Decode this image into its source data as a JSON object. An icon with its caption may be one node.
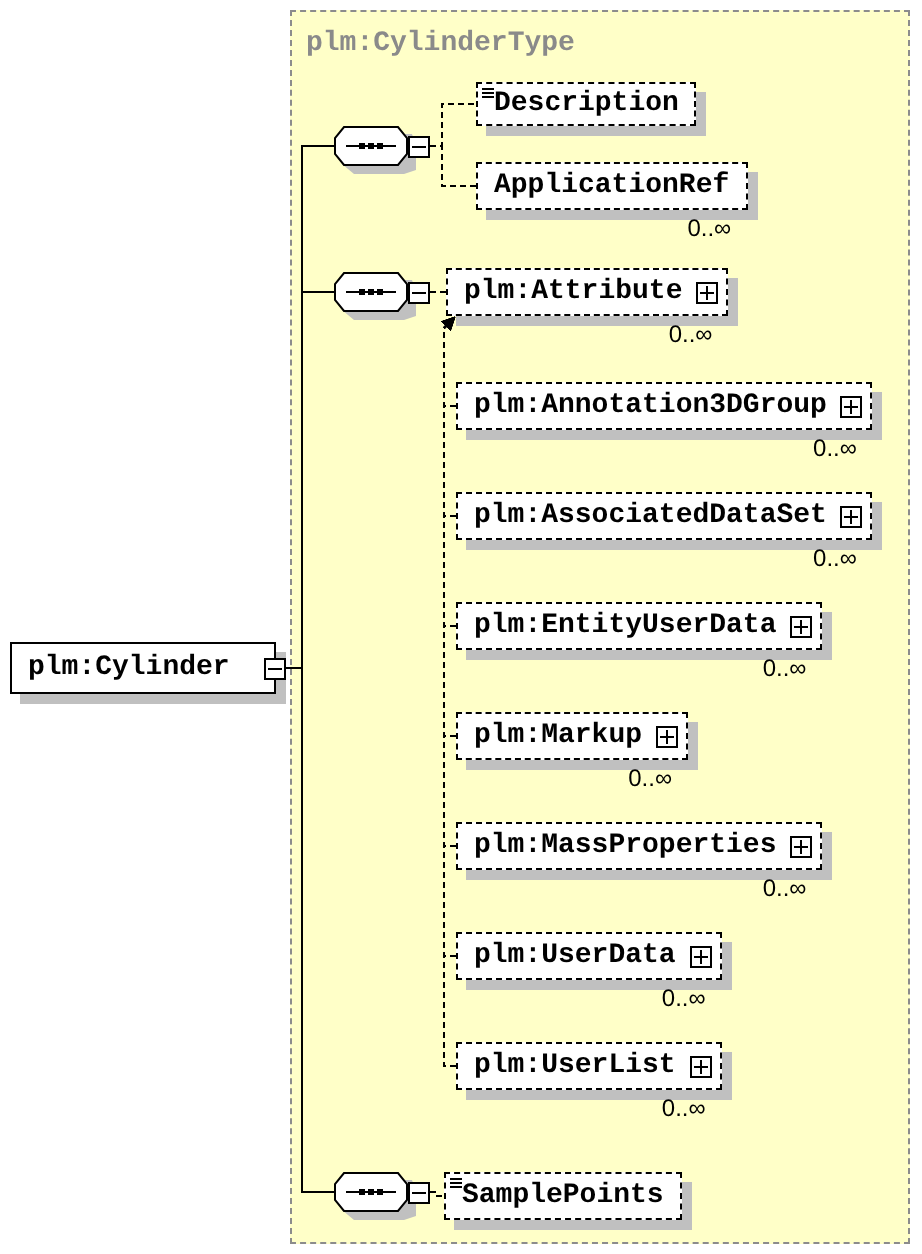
{
  "diagram": {
    "nodes": [
      {
        "text": [
          "plm:Cylinder"
        ]
      },
      {
        "text": [
          "plm:CylinderType"
        ]
      },
      {
        "text": [],
        "shape": "octagon",
        "in": 1
      },
      {
        "text": [
          "Description"
        ],
        "in": 1
      },
      {
        "text": [
          "ApplicationRef"
        ],
        "in": 1,
        "beside": [
          "0..∞"
        ]
      },
      {
        "text": [],
        "shape": "octagon",
        "in": 1
      },
      {
        "text": [
          "plm:Attribute"
        ],
        "in": 1,
        "beside": [
          "0..∞"
        ]
      },
      {
        "text": [
          "plm:Annotation3DGroup"
        ],
        "in": 1,
        "beside": [
          "0..∞"
        ]
      },
      {
        "text": [
          "plm:AssociatedDataSet"
        ],
        "in": 1,
        "beside": [
          "0..∞"
        ]
      },
      {
        "text": [
          "plm:EntityUserData"
        ],
        "in": 1,
        "beside": [
          "0..∞"
        ]
      },
      {
        "text": [
          "plm:Markup"
        ],
        "in": 1,
        "beside": [
          "0..∞"
        ]
      },
      {
        "text": [
          "plm:MassProperties"
        ],
        "in": 1,
        "beside": [
          "0..∞"
        ]
      },
      {
        "text": [
          "plm:UserData"
        ],
        "in": 1,
        "beside": [
          "0..∞"
        ]
      },
      {
        "text": [
          "plm:UserList"
        ],
        "in": 1,
        "beside": [
          "0..∞"
        ]
      },
      {
        "text": [],
        "shape": "octagon",
        "in": 1
      },
      {
        "text": [
          "SamplePoints"
        ],
        "in": 1
      }
    ],
    "edges": [
      {
        "from": 0,
        "to": 2,
        "arrow": "none"
      },
      {
        "from": 0,
        "to": 5,
        "arrow": "none"
      },
      {
        "from": 0,
        "to": 14,
        "arrow": "none"
      },
      {
        "from": 2,
        "to": 3,
        "arrow": "none",
        "style": "dashed"
      },
      {
        "from": 2,
        "to": 4,
        "arrow": "none",
        "style": "dashed"
      },
      {
        "from": 5,
        "to": 6,
        "arrow": "none",
        "style": "dashed"
      },
      {
        "from": 7,
        "to": 6,
        "arrow": "to",
        "style": "dashed"
      },
      {
        "from": 8,
        "to": 6,
        "arrow": "to",
        "style": "dashed"
      },
      {
        "from": 9,
        "to": 6,
        "arrow": "to",
        "style": "dashed"
      },
      {
        "from": 10,
        "to": 6,
        "arrow": "to",
        "style": "dashed"
      },
      {
        "from": 11,
        "to": 6,
        "arrow": "to",
        "style": "dashed"
      },
      {
        "from": 12,
        "to": 6,
        "arrow": "to",
        "style": "dashed"
      },
      {
        "from": 13,
        "to": 6,
        "arrow": "to",
        "style": "dashed"
      },
      {
        "from": 14,
        "to": 15,
        "arrow": "none",
        "style": "dashed"
      }
    ]
  }
}
